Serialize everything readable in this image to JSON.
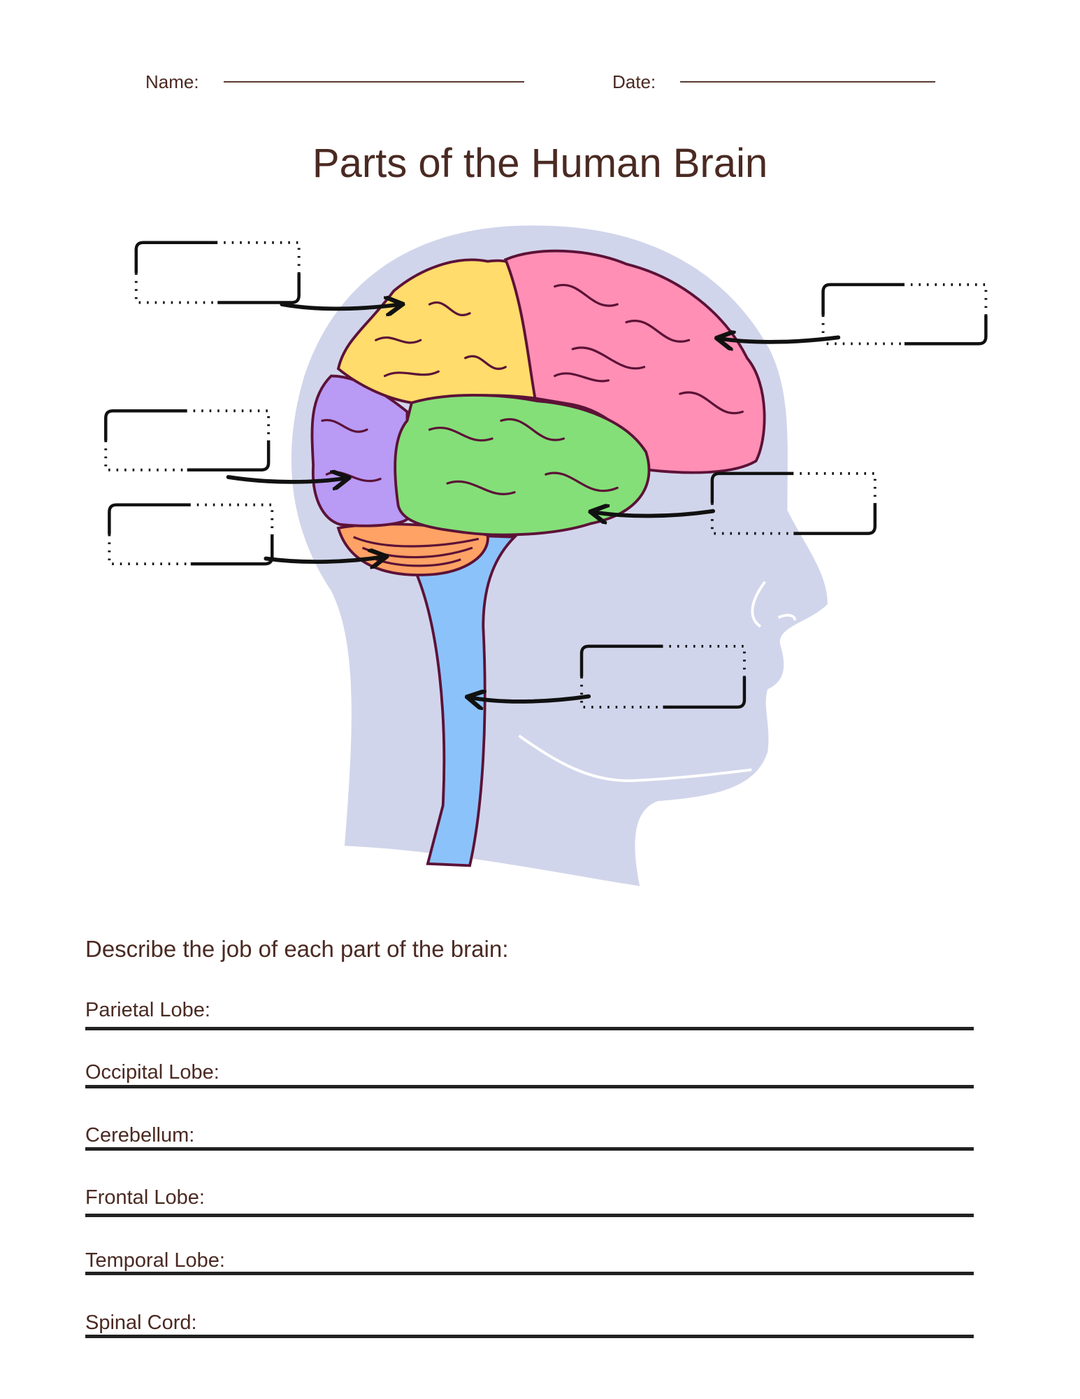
{
  "header": {
    "name_label": "Name:",
    "date_label": "Date:"
  },
  "title": "Parts of the Human Brain",
  "diagram": {
    "colors": {
      "head": "#d1d5eb",
      "frontal": "#ff8fb4",
      "parietal": "#ffdc6b",
      "occipital": "#b99af5",
      "temporal": "#84df78",
      "cerebellum": "#ffa265",
      "spinal_cord": "#8cc2fa",
      "outline": "#5c1237"
    },
    "label_boxes": [
      "",
      "",
      "",
      "",
      "",
      ""
    ]
  },
  "section": {
    "heading": "Describe the job of each part of the brain:",
    "questions": [
      {
        "label": "Parietal Lobe:"
      },
      {
        "label": "Occipital Lobe:"
      },
      {
        "label": "Cerebellum:"
      },
      {
        "label": "Frontal Lobe:"
      },
      {
        "label": "Temporal Lobe:"
      },
      {
        "label": "Spinal Cord:"
      }
    ]
  }
}
